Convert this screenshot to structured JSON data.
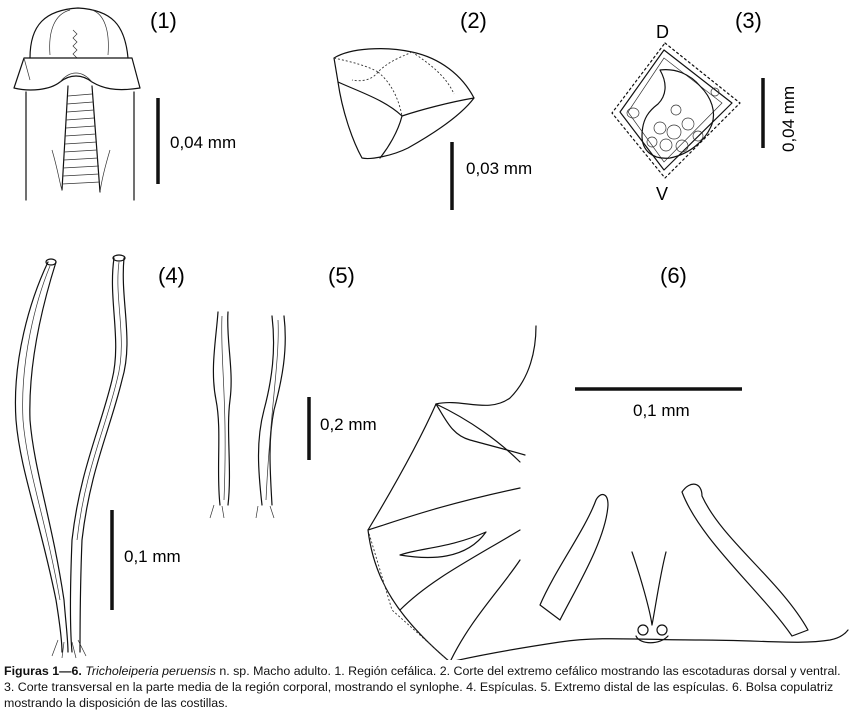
{
  "panels": [
    {
      "label": "(1)"
    },
    {
      "label": "(2)"
    },
    {
      "label": "(3)"
    },
    {
      "label": "(4)"
    },
    {
      "label": "(5)"
    },
    {
      "label": "(6)"
    }
  ],
  "scale_bars": [
    {
      "text": "0,04 mm"
    },
    {
      "text": "0,03 mm"
    },
    {
      "text": "0,04 mm"
    },
    {
      "text": "0,1 mm"
    },
    {
      "text": "0,2 mm"
    },
    {
      "text": "0,1 mm"
    }
  ],
  "orientation": {
    "dorsal": "D",
    "ventral": "V"
  },
  "caption": {
    "lead": "Figuras 1—6.",
    "species": "Tricholeiperia peruensis",
    "rest": " n. sp. Macho adulto. 1. Región cefálica. 2. Corte del extremo cefálico mostrando las escotaduras dorsal y ventral. 3.  Corte transversal en la parte media de la región corporal, mostrando el synlophe. 4. Espículas. 5. Extremo distal de las espículas. 6. Bolsa copulatriz mostrando la disposición de las costillas."
  }
}
